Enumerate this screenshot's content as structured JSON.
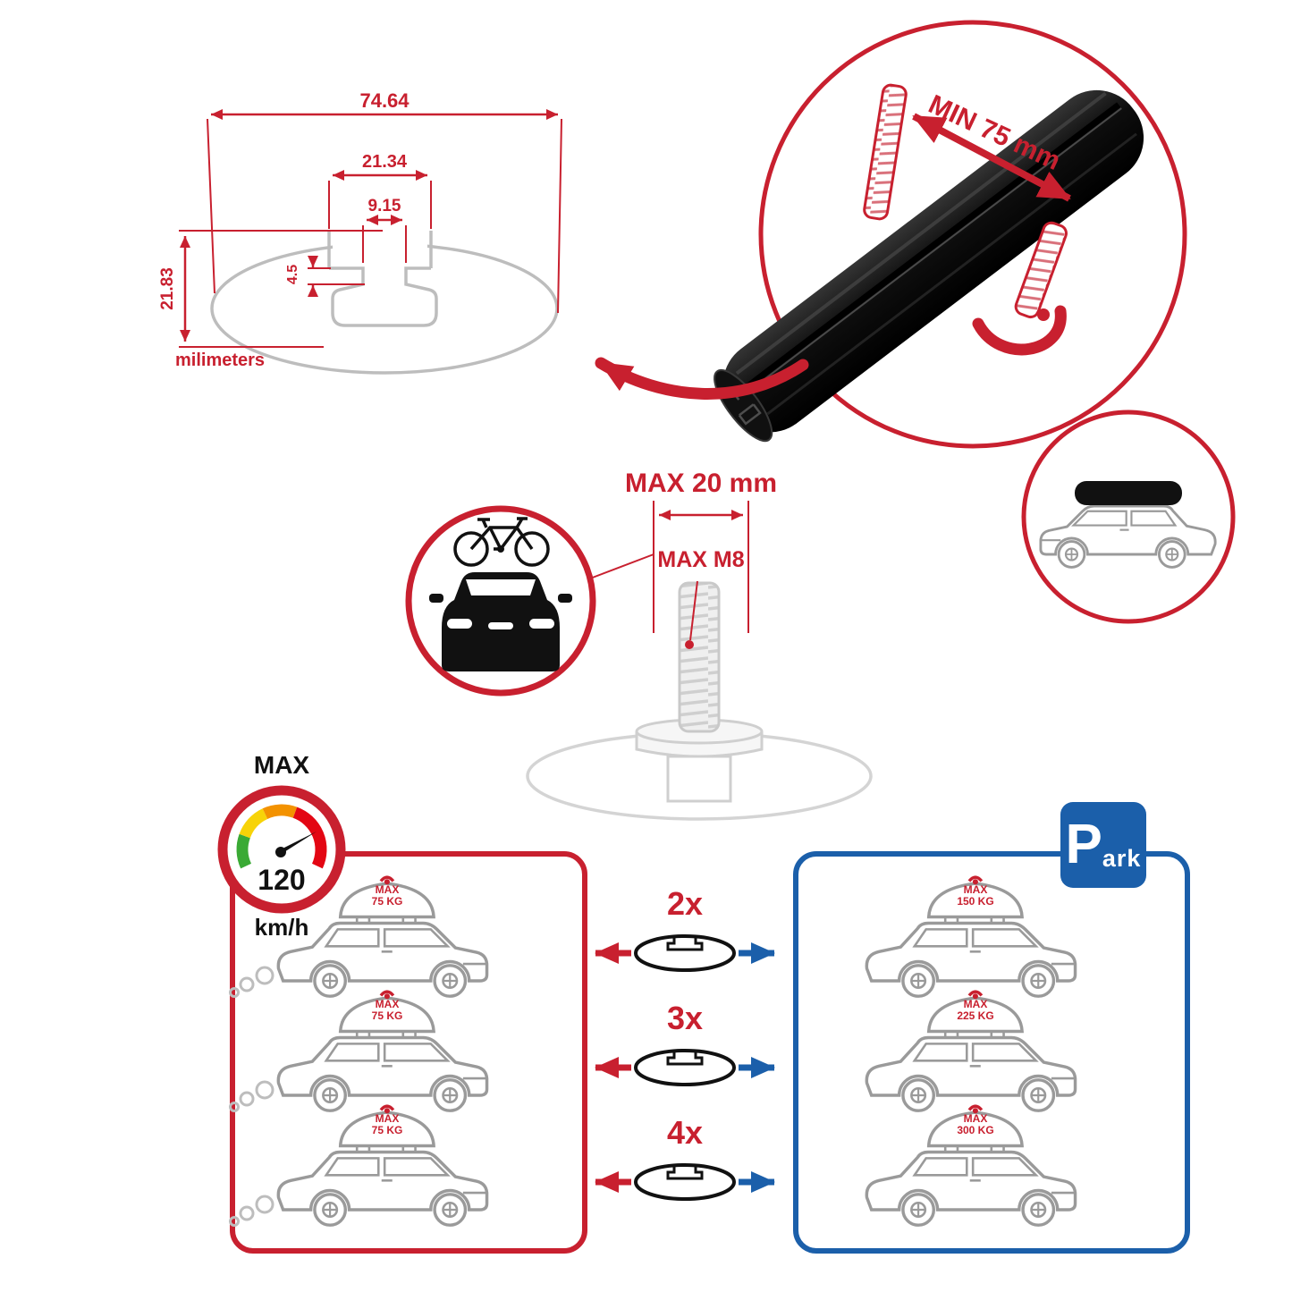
{
  "colors": {
    "red": "#C8202F",
    "blue": "#1B5FAA",
    "gray": "#9a9a9a",
    "black": "#111111"
  },
  "dimensions": {
    "total_width": "74.64",
    "slot_outer_width": "21.34",
    "slot_inner_width": "9.15",
    "slot_lip_depth": "4.5",
    "profile_height": "21.83",
    "units_label": "milimeters"
  },
  "clamp_detail": {
    "min_label": "MIN 75 mm"
  },
  "bolt_detail": {
    "width_label": "MAX 20 mm",
    "thread_label": "MAX M8"
  },
  "speedometer": {
    "title": "MAX",
    "value": "120",
    "units": "km/h"
  },
  "driving_panel": {
    "cars": [
      {
        "line1": "MAX",
        "line2": "75 KG"
      },
      {
        "line1": "MAX",
        "line2": "75 KG"
      },
      {
        "line1": "MAX",
        "line2": "75 KG"
      }
    ]
  },
  "multipliers": [
    {
      "label": "2x"
    },
    {
      "label": "3x"
    },
    {
      "label": "4x"
    }
  ],
  "parking_panel": {
    "sign_p": "P",
    "sign_rest": "ark",
    "cars": [
      {
        "line1": "MAX",
        "line2": "150 KG"
      },
      {
        "line1": "MAX",
        "line2": "225 KG"
      },
      {
        "line1": "MAX",
        "line2": "300 KG"
      }
    ]
  }
}
